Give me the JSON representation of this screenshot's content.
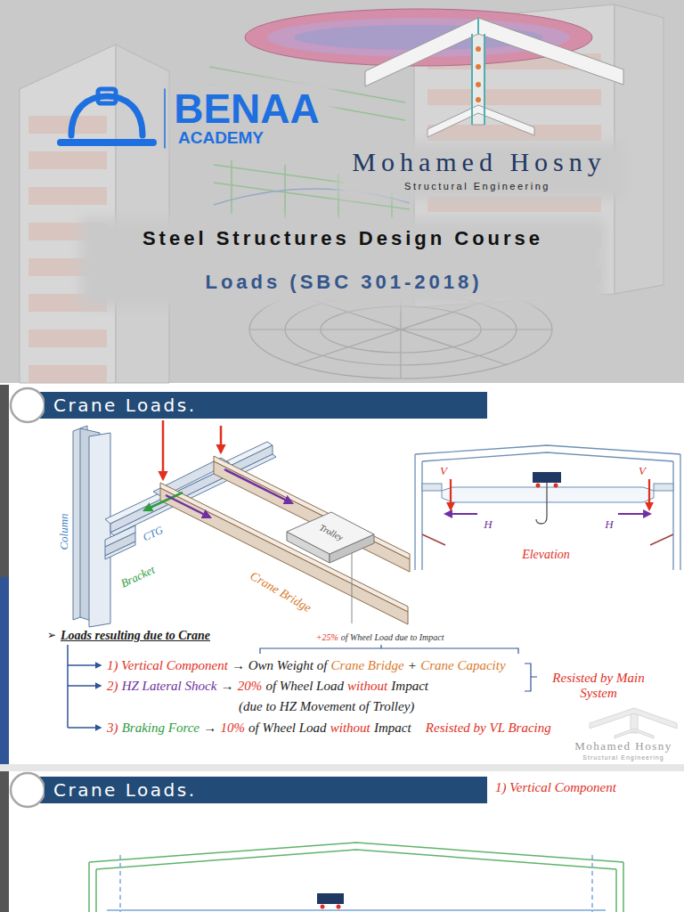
{
  "diagram": {
    "title": "Steel Structures Design Course",
    "nodes": [
      {
        "text": [
          "Crane Loads."
        ]
      },
      {
        "text": [
          "Crane Loads."
        ]
      }
    ],
    "labels": [
      "BENAA",
      "ACADEMY",
      "Mohamed Hosny",
      "Structural Engineering",
      "Loads (SBC 301-2018)",
      "Column",
      "CTG",
      "Bracket",
      "Crane Bridge",
      "Trolley",
      "V",
      "V",
      "H",
      "H",
      "Elevation",
      "➢",
      "Loads resulting due to Crane",
      "+25%",
      "of Wheel Load due to Impact",
      "1) Vertical Component",
      "→ Own Weight of",
      "Crane Bridge",
      "+",
      "Crane Capacity",
      "2)",
      "HZ Lateral Shock",
      "→",
      "20%",
      "of Wheel Load",
      "without",
      "Impact",
      "(due to HZ Movement of Trolley)",
      "3)",
      "Braking Force",
      "→",
      "10%",
      "of Wheel Load",
      "without",
      "Impact",
      "Resisted by VL Bracing",
      "Resisted by Main System",
      "Mohamed Hosny",
      "Structural Engineering",
      "1) Vertical Component"
    ]
  }
}
